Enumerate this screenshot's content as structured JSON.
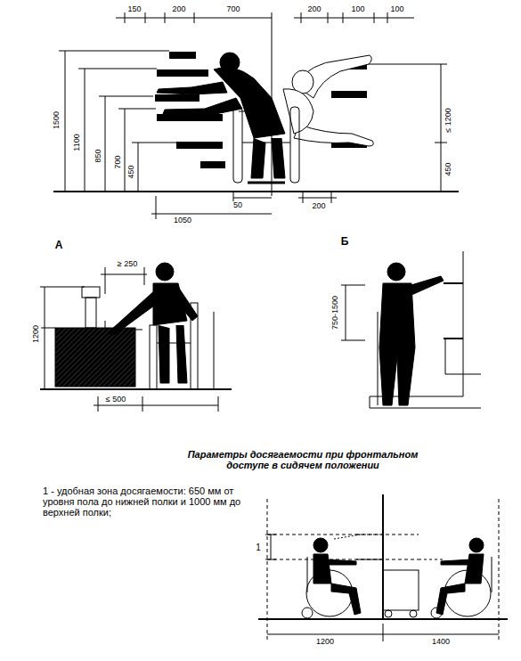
{
  "diagram": {
    "labels": [
      "150",
      "200",
      "700",
      "200",
      "100",
      "100",
      "1500",
      "1100",
      "850",
      "700",
      "450",
      "≤ 1200",
      "450",
      "1050",
      "50",
      "200",
      "А",
      "≥ 250",
      "1200",
      "≤ 500",
      "Б",
      "750-1500",
      "Параметры досягаемости при фронтальном доступе в сидячем положении",
      "1 - удобная зона досягаемости: 650 мм от уровня пола до нижней полки и 1000 мм до верхней полки;",
      "1",
      "1200",
      "1400"
    ]
  }
}
